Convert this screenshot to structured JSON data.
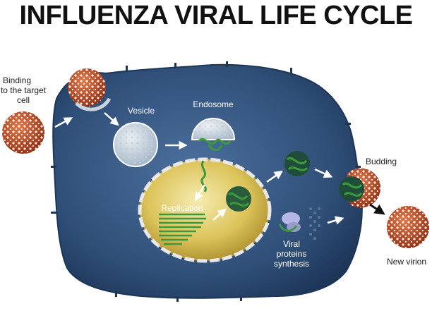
{
  "title": "INFLUENZA VIRAL LIFE CYCLE",
  "labels": {
    "binding_line1": "Binding",
    "binding_line2": "to the target",
    "binding_line3": "cell",
    "vesicle": "Vesicle",
    "endosome": "Endosome",
    "replication": "Replication",
    "budding": "Budding",
    "viral_line1": "Viral",
    "viral_line2": "proteins",
    "viral_line3": "synthesis",
    "new_virion": "New virion"
  },
  "colors": {
    "cell": "#2f4f78",
    "cell_edge": "#1d3557",
    "nucleus": "#d8c25a",
    "virion": "#c6502a",
    "rna": "#3c9a3c",
    "arrow": "#ffffff",
    "dark_text": "#222222",
    "light_text": "#ffffff"
  }
}
